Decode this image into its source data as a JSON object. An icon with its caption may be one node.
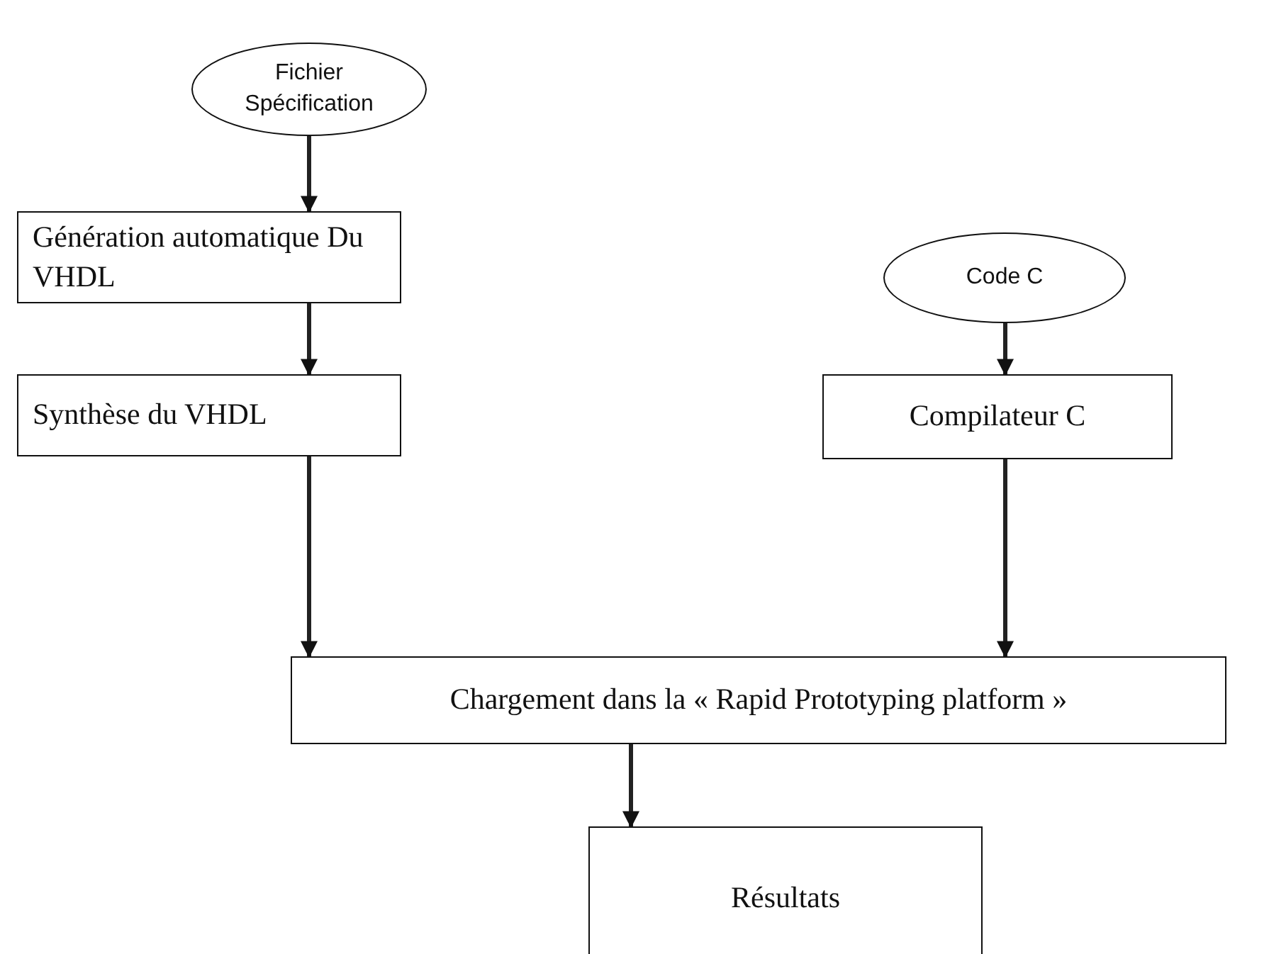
{
  "diagram": {
    "nodes": [
      {
        "text": [
          "Fichier Spécification"
        ]
      },
      {
        "text": [
          "Génération automatique Du VHDL"
        ]
      },
      {
        "text": [
          "Synthèse du VHDL"
        ]
      },
      {
        "text": [
          "Code C"
        ]
      },
      {
        "text": [
          "Compilateur C"
        ]
      },
      {
        "text": [
          "Chargement dans la « Rapid Prototyping platform »"
        ]
      },
      {
        "text": [
          "Résultats"
        ]
      }
    ],
    "edges": [
      {
        "from": 0,
        "to": 1,
        "arrow": "to"
      },
      {
        "from": 1,
        "to": 2,
        "arrow": "to"
      },
      {
        "from": 3,
        "to": 4,
        "arrow": "to"
      },
      {
        "from": 2,
        "to": 5,
        "arrow": "to"
      },
      {
        "from": 4,
        "to": 5,
        "arrow": "to"
      },
      {
        "from": 5,
        "to": 6,
        "arrow": "to"
      }
    ]
  }
}
